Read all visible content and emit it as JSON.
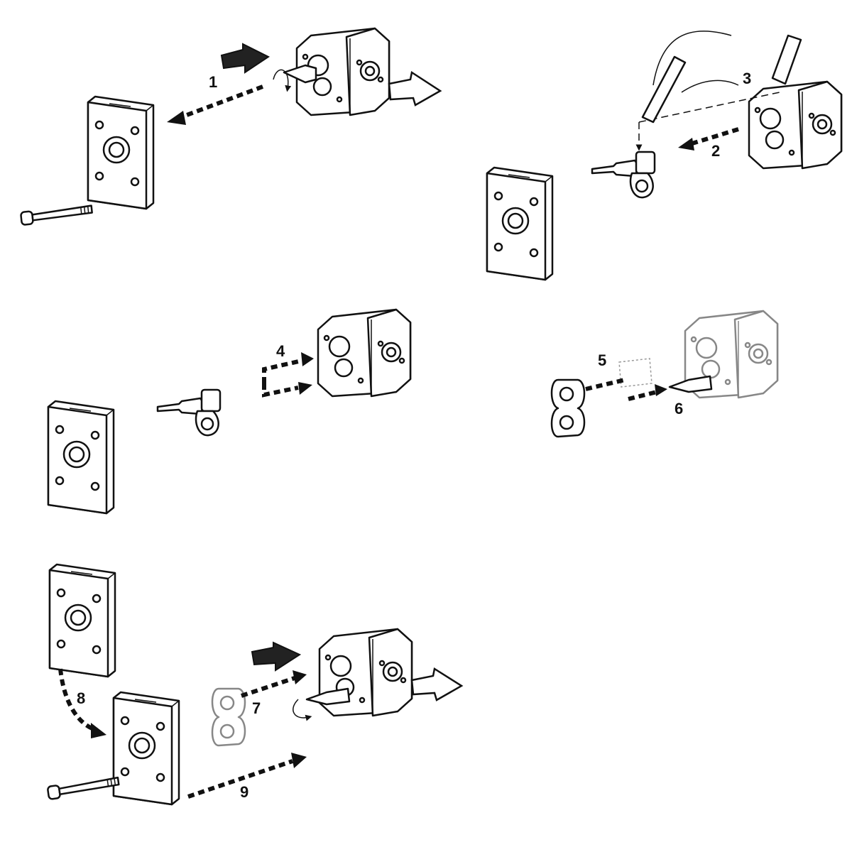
{
  "steps": [
    {
      "label": "1"
    },
    {
      "label": "2"
    },
    {
      "label": "3"
    },
    {
      "label": "4"
    },
    {
      "label": "5"
    },
    {
      "label": "6"
    },
    {
      "label": "7"
    },
    {
      "label": "8"
    },
    {
      "label": "9"
    }
  ],
  "colors": {
    "ink": "#111111",
    "paper": "#ffffff"
  }
}
